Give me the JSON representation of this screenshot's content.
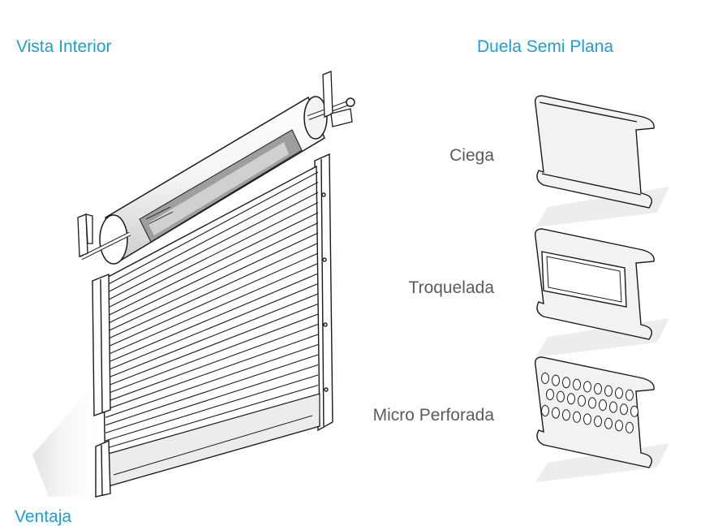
{
  "headings": {
    "left": "Vista Interior",
    "right": "Duela Semi Plana",
    "bottom_cut": "Ventaja"
  },
  "slat_types": [
    {
      "label": "Ciega",
      "icon": "solid-slat-icon"
    },
    {
      "label": "Troquelada",
      "icon": "window-slat-icon"
    },
    {
      "label": "Micro Perforada",
      "icon": "perforated-slat-icon"
    }
  ],
  "colors": {
    "heading": "#1a9fd8",
    "label": "#5b5b5b",
    "line": "#1a1a1a",
    "shadow": "#d9d9d9"
  }
}
